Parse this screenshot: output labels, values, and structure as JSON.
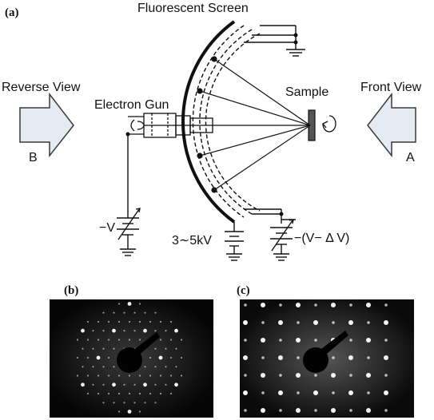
{
  "panels": {
    "a": "(a)",
    "b": "(b)",
    "c": "(c)"
  },
  "labels": {
    "fluorescent_screen": "Fluorescent Screen",
    "reverse_view": "Reverse View",
    "front_view": "Front View",
    "electron_gun": "Electron Gun",
    "sample": "Sample",
    "arrow_b": "B",
    "arrow_a": "A",
    "gun_voltage": "−V",
    "screen_voltage": "3∼5kV",
    "grid_voltage": "−(V− Δ V)"
  },
  "colors": {
    "arrow_fill": "#e4ebf2",
    "arrow_stroke": "#3a3a3a",
    "line": "#111111",
    "leed_bg": "#0a0a0a"
  }
}
